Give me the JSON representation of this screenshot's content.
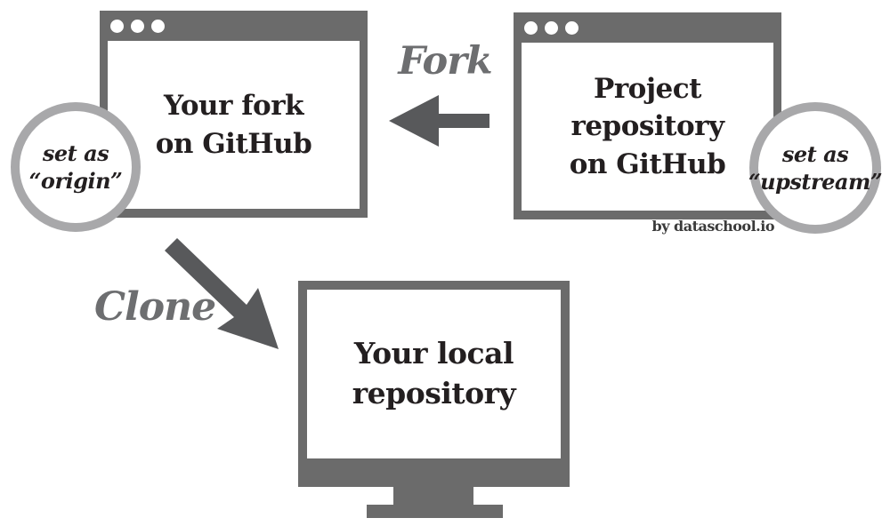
{
  "colors": {
    "frame": "#6b6b6b",
    "arrow": "#58595b",
    "label": "#6d6e70",
    "circle_border": "#a8a8aa",
    "text": "#231f20",
    "credit": "#3b3b3b",
    "background": "#ffffff"
  },
  "windows": {
    "fork": {
      "label": "Your fork\non GitHub"
    },
    "project": {
      "label": "Project\nrepository\non GitHub"
    }
  },
  "monitor": {
    "label": "Your local\nrepository"
  },
  "badges": {
    "origin": {
      "label": "set as\n“origin”"
    },
    "upstream": {
      "label": "set as\n“upstream”"
    }
  },
  "arrows": {
    "fork": {
      "label": "Fork"
    },
    "clone": {
      "label": "Clone"
    }
  },
  "credit": "by dataschool.io"
}
